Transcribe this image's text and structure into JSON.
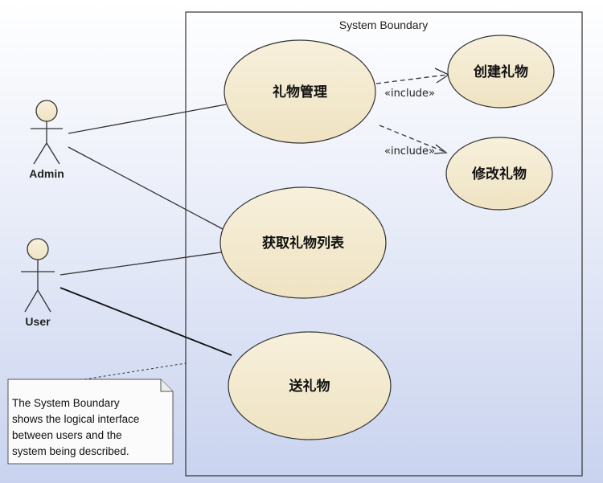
{
  "boundary": {
    "title": "System Boundary"
  },
  "actors": [
    {
      "id": "admin",
      "label": "Admin"
    },
    {
      "id": "user",
      "label": "User"
    }
  ],
  "use_cases": [
    {
      "id": "gift-management",
      "label": "礼物管理"
    },
    {
      "id": "create-gift",
      "label": "创建礼物"
    },
    {
      "id": "modify-gift",
      "label": "修改礼物"
    },
    {
      "id": "get-gift-list",
      "label": "获取礼物列表"
    },
    {
      "id": "send-gift",
      "label": "送礼物"
    }
  ],
  "relations": {
    "include_create": "«include»",
    "include_modify": "«include»"
  },
  "note": {
    "lines": [
      "The System Boundary",
      "shows the logical interface",
      "between users and the",
      "system being described."
    ]
  }
}
